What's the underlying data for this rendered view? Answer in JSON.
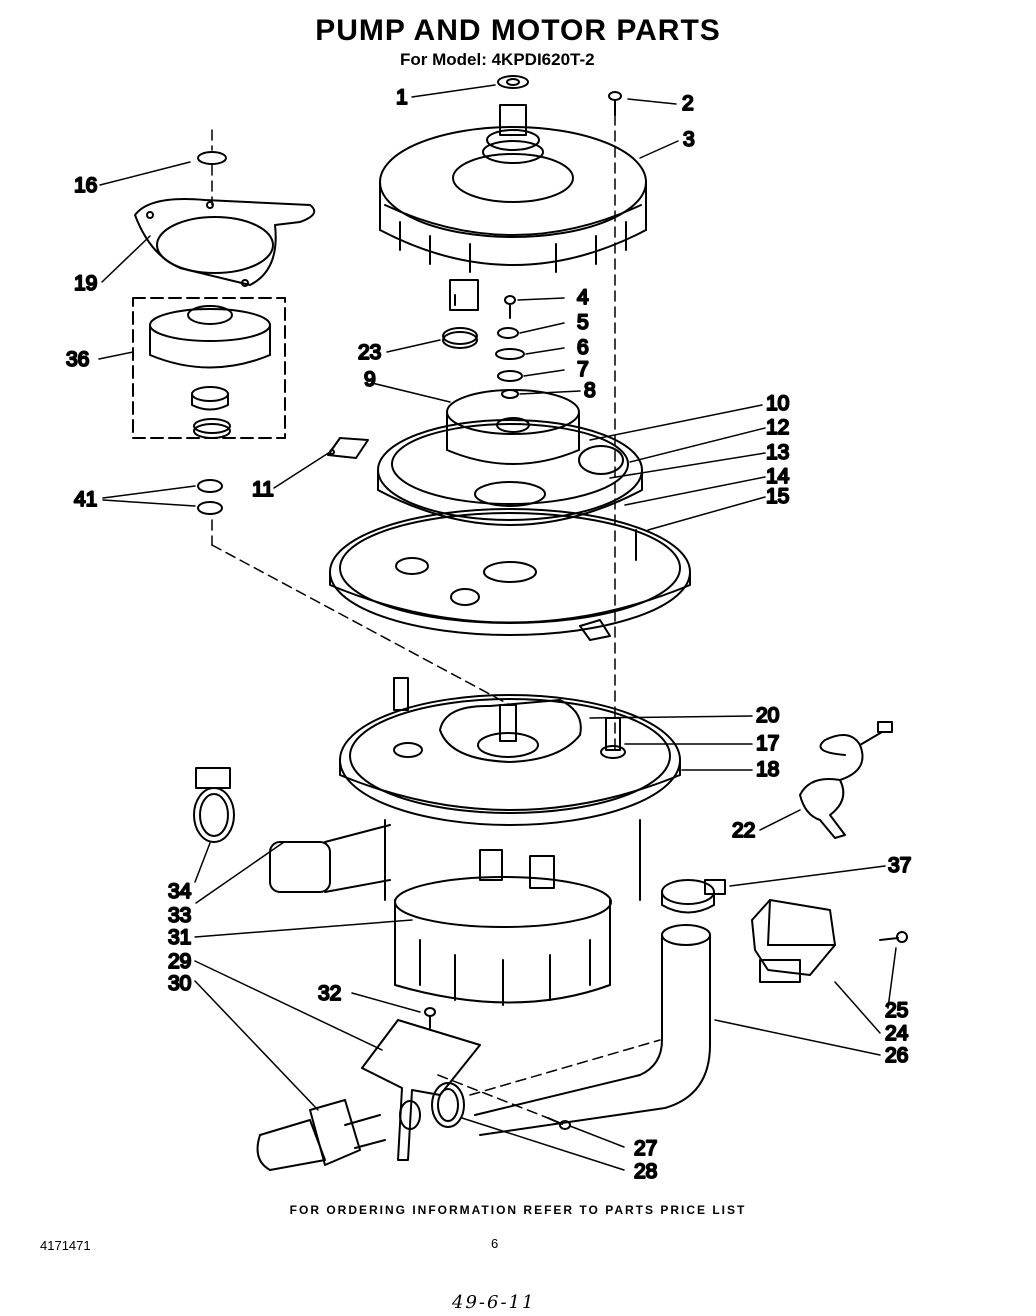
{
  "header": {
    "title": "PUMP AND MOTOR PARTS",
    "model": "For Model: 4KPDI620T-2"
  },
  "footer": {
    "ordering_note": "FOR ORDERING INFORMATION REFER TO PARTS PRICE LIST",
    "document_number": "4171471",
    "page_number": "6",
    "handwritten_note": "49-6-11"
  },
  "callouts": {
    "c1": "1",
    "c2": "2",
    "c3": "3",
    "c4": "4",
    "c5": "5",
    "c6": "6",
    "c7": "7",
    "c8": "8",
    "c9": "9",
    "c10": "10",
    "c11": "11",
    "c12": "12",
    "c13": "13",
    "c14": "14",
    "c15": "15",
    "c16": "16",
    "c17": "17",
    "c18": "18",
    "c19": "19",
    "c20": "20",
    "c22": "22",
    "c23": "23",
    "c24": "24",
    "c25": "25",
    "c26": "26",
    "c27": "27",
    "c28": "28",
    "c29": "29",
    "c30": "30",
    "c31": "31",
    "c32": "32",
    "c33": "33",
    "c34": "34",
    "c36": "36",
    "c37": "37",
    "c41": "41"
  }
}
